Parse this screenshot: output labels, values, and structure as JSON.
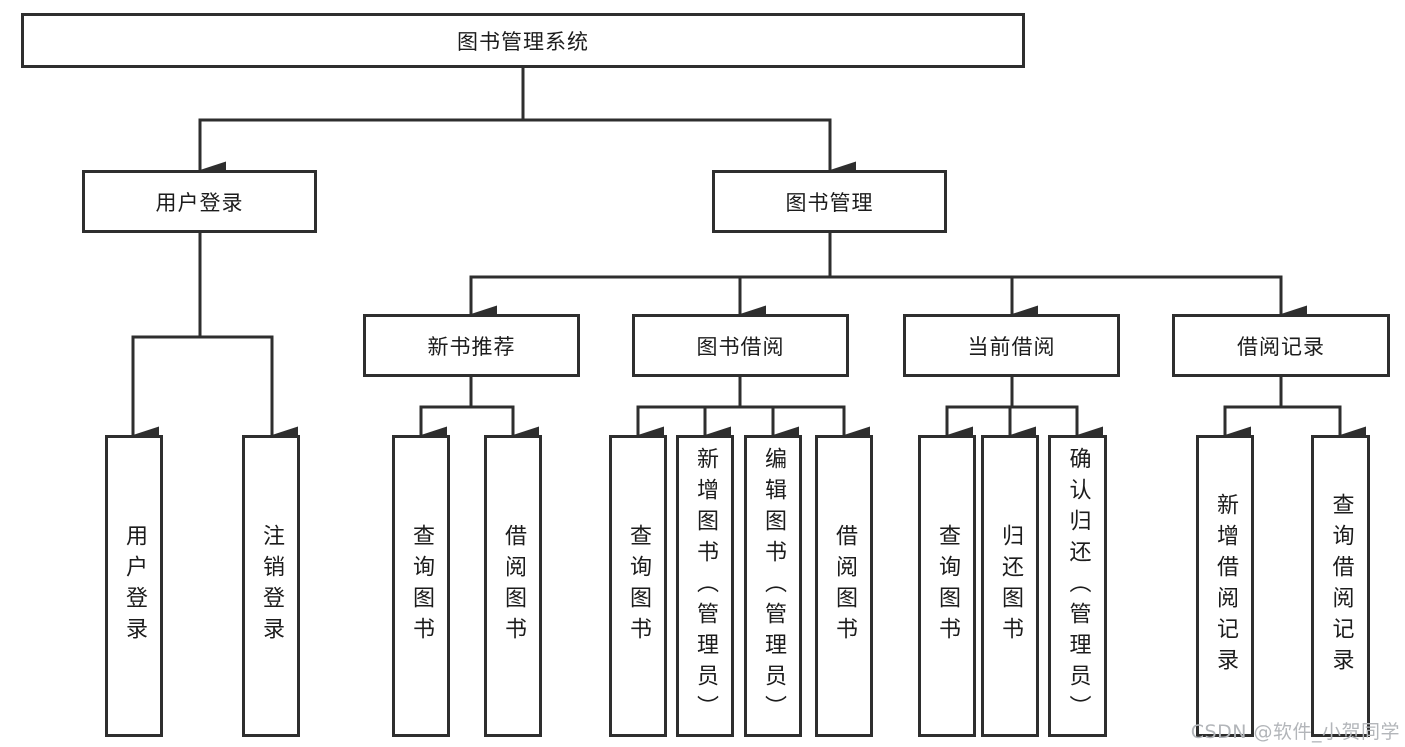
{
  "diagram": {
    "title": "图书管理系统",
    "type": "hierarchy-tree",
    "colors": {
      "line": "#2e2e2e",
      "box_border": "#2e2e2e",
      "text": "#1c1c1c",
      "background": "#ffffff",
      "watermark": "#b3b6ba"
    },
    "nodes": {
      "root": "图书管理系统",
      "user_login": "用户登录",
      "book_management": "图书管理",
      "new_book_recommend": "新书推荐",
      "book_borrow": "图书借阅",
      "current_borrow": "当前借阅",
      "borrow_records": "借阅记录",
      "leaf_user_login": "用户登录",
      "leaf_logout": "注销登录",
      "leaf_query_books_recommend": "查询图书",
      "leaf_borrow_books_recommend": "借阅图书",
      "leaf_query_books_borrow": "查询图书",
      "leaf_add_book_admin": "新增图书（管理员）",
      "leaf_edit_book_admin": "编辑图书（管理员）",
      "leaf_borrow_books_borrow": "借阅图书",
      "leaf_query_books_current": "查询图书",
      "leaf_return_book": "归还图书",
      "leaf_confirm_return_admin": "确认归还（管理员）",
      "leaf_add_borrow_record": "新增借阅记录",
      "leaf_query_borrow_record": "查询借阅记录"
    },
    "structure": {
      "图书管理系统": {
        "用户登录": [
          "用户登录",
          "注销登录"
        ],
        "图书管理": {
          "新书推荐": [
            "查询图书",
            "借阅图书"
          ],
          "图书借阅": [
            "查询图书",
            "新增图书（管理员）",
            "编辑图书（管理员）",
            "借阅图书"
          ],
          "当前借阅": [
            "查询图书",
            "归还图书",
            "确认归还（管理员）"
          ],
          "借阅记录": [
            "新增借阅记录",
            "查询借阅记录"
          ]
        }
      }
    },
    "watermark": "CSDN @软件_小贺同学"
  }
}
